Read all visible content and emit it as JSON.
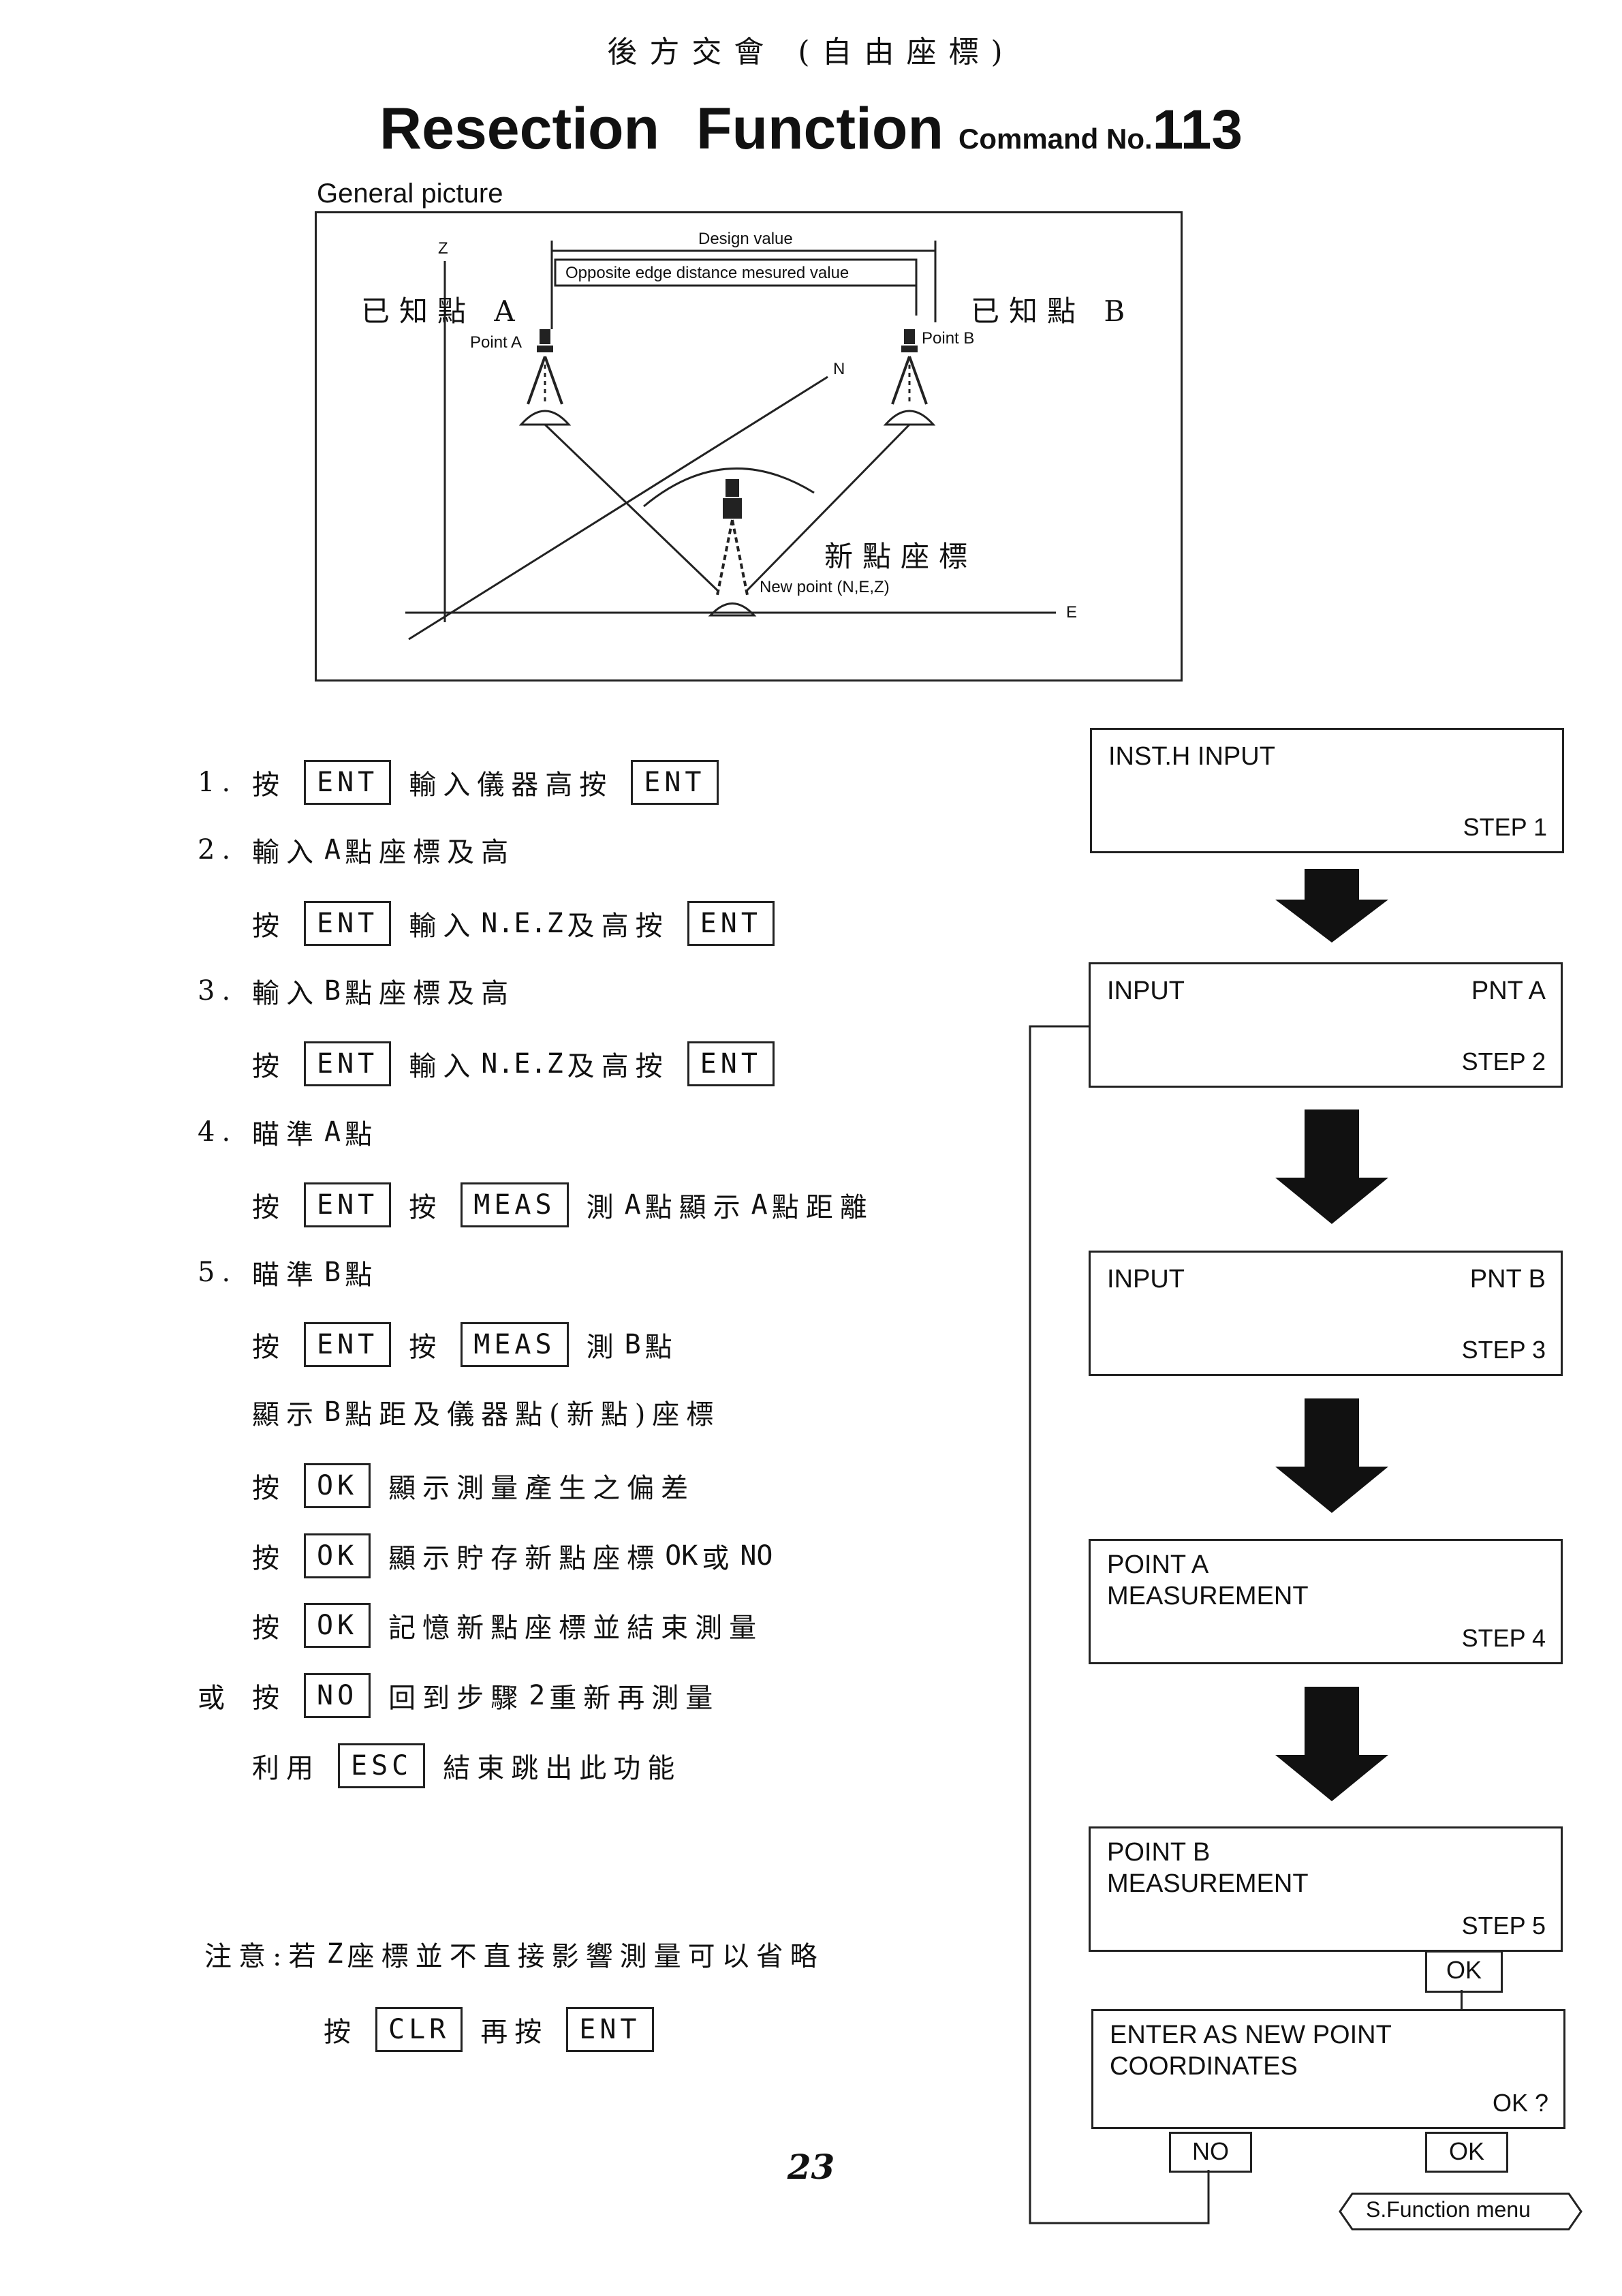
{
  "header": {
    "chinese_title": "後方交會 (自由座標)",
    "title": "Resection Function",
    "command_label": "Command No.",
    "command_number": "113"
  },
  "figure": {
    "caption": "General picture",
    "design_value": "Design value",
    "opposite_edge": "Opposite edge distance mesured value",
    "known_a_cn": "已知點 A",
    "known_b_cn": "已知點 B",
    "point_a": "Point A",
    "point_b": "Point B",
    "new_point_cn": "新點座標",
    "new_point": "New point (N,E,Z)",
    "axis_z": "Z",
    "axis_n": "N",
    "axis_e": "E"
  },
  "steps": [
    {
      "num": "1.",
      "parts": [
        {
          "t": "cn",
          "v": "按"
        },
        {
          "t": "key",
          "v": "ENT"
        },
        {
          "t": "cn",
          "v": "輸入儀器高按"
        },
        {
          "t": "key",
          "v": "ENT"
        }
      ]
    },
    {
      "num": "2.",
      "parts": [
        {
          "t": "cn",
          "v": "輸入"
        },
        {
          "t": "txt",
          "v": "A"
        },
        {
          "t": "cn",
          "v": "點座標及高"
        }
      ]
    },
    {
      "num": "",
      "parts": [
        {
          "t": "cn",
          "v": "按"
        },
        {
          "t": "key",
          "v": "ENT"
        },
        {
          "t": "cn",
          "v": "輸入"
        },
        {
          "t": "txt",
          "v": "N.E.Z"
        },
        {
          "t": "cn",
          "v": "及高按"
        },
        {
          "t": "key",
          "v": "ENT"
        }
      ]
    },
    {
      "num": "3.",
      "parts": [
        {
          "t": "cn",
          "v": "輸入"
        },
        {
          "t": "txt",
          "v": "B"
        },
        {
          "t": "cn",
          "v": "點座標及高"
        }
      ]
    },
    {
      "num": "",
      "parts": [
        {
          "t": "cn",
          "v": "按"
        },
        {
          "t": "key",
          "v": "ENT"
        },
        {
          "t": "cn",
          "v": "輸入"
        },
        {
          "t": "txt",
          "v": "N.E.Z"
        },
        {
          "t": "cn",
          "v": "及高按"
        },
        {
          "t": "key",
          "v": "ENT"
        }
      ]
    },
    {
      "num": "4.",
      "parts": [
        {
          "t": "cn",
          "v": "瞄準"
        },
        {
          "t": "txt",
          "v": "A"
        },
        {
          "t": "cn",
          "v": "點"
        }
      ]
    },
    {
      "num": "",
      "parts": [
        {
          "t": "cn",
          "v": "按"
        },
        {
          "t": "key",
          "v": "ENT"
        },
        {
          "t": "cn",
          "v": "按"
        },
        {
          "t": "key",
          "v": "MEAS"
        },
        {
          "t": "cn",
          "v": "測"
        },
        {
          "t": "txt",
          "v": "A"
        },
        {
          "t": "cn",
          "v": "點顯示"
        },
        {
          "t": "txt",
          "v": "A"
        },
        {
          "t": "cn",
          "v": "點距離"
        }
      ]
    },
    {
      "num": "5.",
      "parts": [
        {
          "t": "cn",
          "v": "瞄準"
        },
        {
          "t": "txt",
          "v": "B"
        },
        {
          "t": "cn",
          "v": "點"
        }
      ]
    },
    {
      "num": "",
      "parts": [
        {
          "t": "cn",
          "v": "按"
        },
        {
          "t": "key",
          "v": "ENT"
        },
        {
          "t": "cn",
          "v": "按"
        },
        {
          "t": "key",
          "v": "MEAS"
        },
        {
          "t": "cn",
          "v": "測"
        },
        {
          "t": "txt",
          "v": "B"
        },
        {
          "t": "cn",
          "v": "點"
        }
      ]
    },
    {
      "num": "",
      "parts": [
        {
          "t": "cn",
          "v": "顯示"
        },
        {
          "t": "txt",
          "v": "B"
        },
        {
          "t": "cn",
          "v": "點距及儀器點(新點)座標"
        }
      ]
    },
    {
      "num": "",
      "parts": [
        {
          "t": "cn",
          "v": "按"
        },
        {
          "t": "key",
          "v": "OK"
        },
        {
          "t": "cn",
          "v": "顯示測量產生之偏差"
        }
      ]
    },
    {
      "num": "",
      "parts": [
        {
          "t": "cn",
          "v": "按"
        },
        {
          "t": "key",
          "v": "OK"
        },
        {
          "t": "cn",
          "v": "顯示貯存新點座標"
        },
        {
          "t": "txt",
          "v": "OK"
        },
        {
          "t": "cn",
          "v": "或"
        },
        {
          "t": "txt",
          "v": "NO"
        }
      ]
    },
    {
      "num": "",
      "parts": [
        {
          "t": "cn",
          "v": "按"
        },
        {
          "t": "key",
          "v": "OK"
        },
        {
          "t": "cn",
          "v": "記憶新點座標並結束測量"
        }
      ]
    },
    {
      "num": "或",
      "parts": [
        {
          "t": "cn",
          "v": "按"
        },
        {
          "t": "key",
          "v": "NO"
        },
        {
          "t": "cn",
          "v": "回到步驟"
        },
        {
          "t": "txt",
          "v": "2"
        },
        {
          "t": "cn",
          "v": "重新再測量"
        }
      ]
    },
    {
      "num": "",
      "parts": [
        {
          "t": "cn",
          "v": "利用"
        },
        {
          "t": "key",
          "v": "ESC"
        },
        {
          "t": "cn",
          "v": "結束跳出此功能"
        }
      ]
    }
  ],
  "note": {
    "line1": [
      {
        "t": "cn",
        "v": "注意:若"
      },
      {
        "t": "txt",
        "v": "Z"
      },
      {
        "t": "cn",
        "v": "座標並不直接影響測量可以省略"
      }
    ],
    "line2": [
      {
        "t": "cn",
        "v": "按"
      },
      {
        "t": "key",
        "v": "CLR"
      },
      {
        "t": "cn",
        "v": "再按"
      },
      {
        "t": "key",
        "v": "ENT"
      }
    ]
  },
  "flow": {
    "step1": {
      "title": "INST.H  INPUT",
      "step": "STEP 1"
    },
    "step2": {
      "title": "INPUT",
      "right": "PNT A",
      "step": "STEP 2"
    },
    "step3": {
      "title": "INPUT",
      "right": "PNT B",
      "step": "STEP 3"
    },
    "step4": {
      "line1": "POINT A",
      "line2": "MEASUREMENT",
      "step": "STEP 4"
    },
    "step5": {
      "line1": "POINT B",
      "line2": "MEASUREMENT",
      "step": "STEP 5"
    },
    "ok_key": "OK",
    "final": {
      "line1": "ENTER AS NEW POINT",
      "line2": "COORDINATES",
      "prompt": "OK ?"
    },
    "no_key": "NO",
    "ok_key2": "OK",
    "menu": "S.Function menu"
  },
  "page_number": "23"
}
